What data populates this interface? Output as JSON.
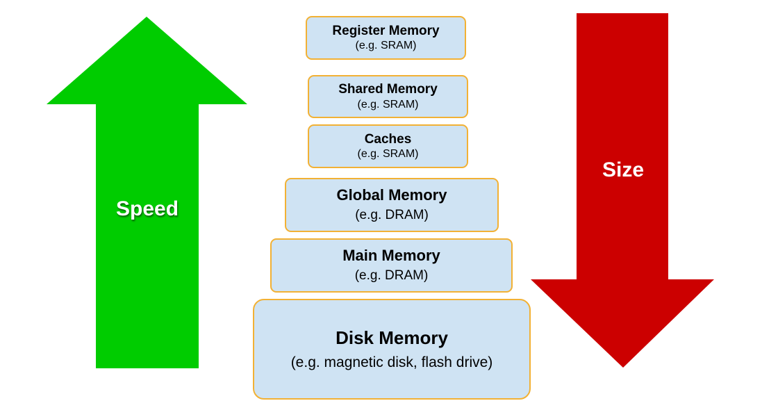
{
  "arrows": {
    "speed": {
      "label": "Speed",
      "direction": "up",
      "color": "#00cc00"
    },
    "size": {
      "label": "Size",
      "direction": "down",
      "color": "#cc0000"
    }
  },
  "memory_levels": [
    {
      "name": "Register Memory",
      "example": "(e.g. SRAM)"
    },
    {
      "name": "Shared Memory",
      "example": "(e.g. SRAM)"
    },
    {
      "name": "Caches",
      "example": "(e.g. SRAM)"
    },
    {
      "name": "Global Memory",
      "example": "(e.g. DRAM)"
    },
    {
      "name": "Main Memory",
      "example": "(e.g. DRAM)"
    },
    {
      "name": "Disk Memory",
      "example": "(e.g. magnetic disk, flash drive)"
    }
  ],
  "colors": {
    "box_fill": "#cfe3f3",
    "box_border": "#f2b134"
  }
}
